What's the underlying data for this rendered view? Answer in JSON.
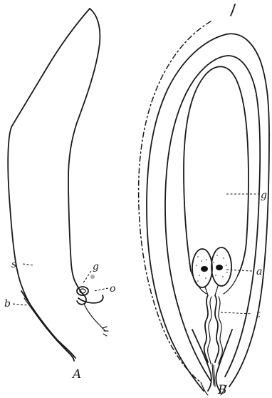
{
  "panels": [
    {
      "id": "A",
      "label": "A",
      "labels": {
        "s": "s",
        "b": "b",
        "g": "g",
        "o": "o"
      }
    },
    {
      "id": "B",
      "label": "B",
      "labels": {
        "g": "g",
        "a": "a",
        "t": "t"
      }
    }
  ]
}
